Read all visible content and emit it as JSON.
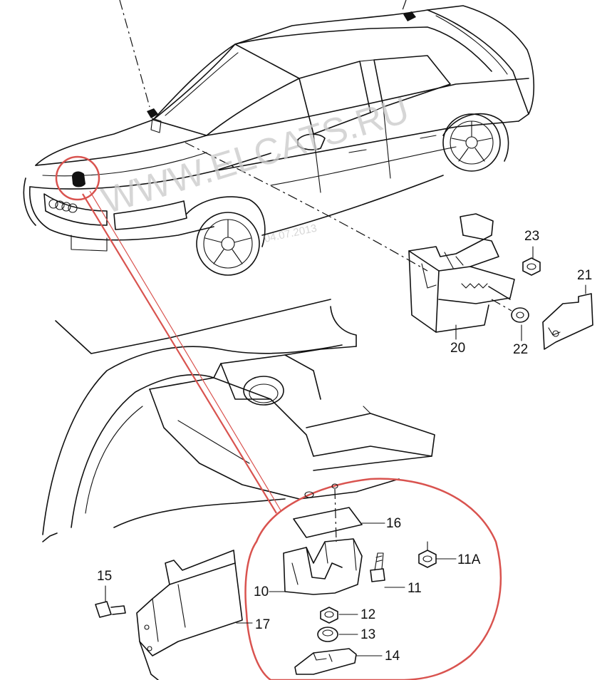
{
  "watermark": {
    "site": "WWW.ELCATS.RU",
    "date": "04.07.2013"
  },
  "highlight_color": "#d9534f",
  "callouts": [
    {
      "id": "c23",
      "label": "23"
    },
    {
      "id": "c21",
      "label": "21"
    },
    {
      "id": "c20",
      "label": "20"
    },
    {
      "id": "c22",
      "label": "22"
    },
    {
      "id": "c16",
      "label": "16"
    },
    {
      "id": "c11A",
      "label": "11A"
    },
    {
      "id": "c11",
      "label": "11"
    },
    {
      "id": "c10",
      "label": "10"
    },
    {
      "id": "c12",
      "label": "12"
    },
    {
      "id": "c13",
      "label": "13"
    },
    {
      "id": "c14",
      "label": "14"
    },
    {
      "id": "c15",
      "label": "15"
    },
    {
      "id": "c17",
      "label": "17"
    }
  ]
}
